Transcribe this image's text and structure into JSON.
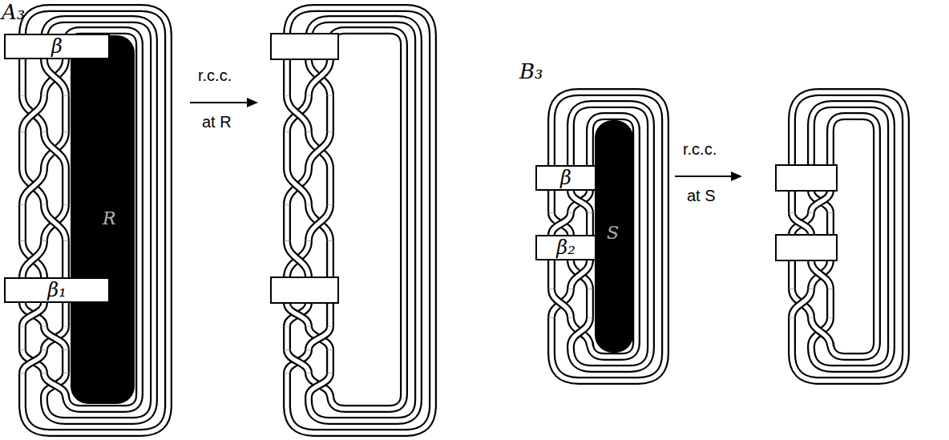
{
  "diagram": {
    "nodes": [
      {
        "text": [
          "β"
        ]
      },
      {
        "text": [
          "β₁"
        ]
      },
      {
        "text": [
          "β"
        ]
      },
      {
        "text": [
          "β₂"
        ]
      }
    ],
    "labels": [
      "A₃",
      "R",
      "r.c.c.",
      "at R",
      "B₃",
      "S",
      "r.c.c.",
      "at S"
    ]
  }
}
